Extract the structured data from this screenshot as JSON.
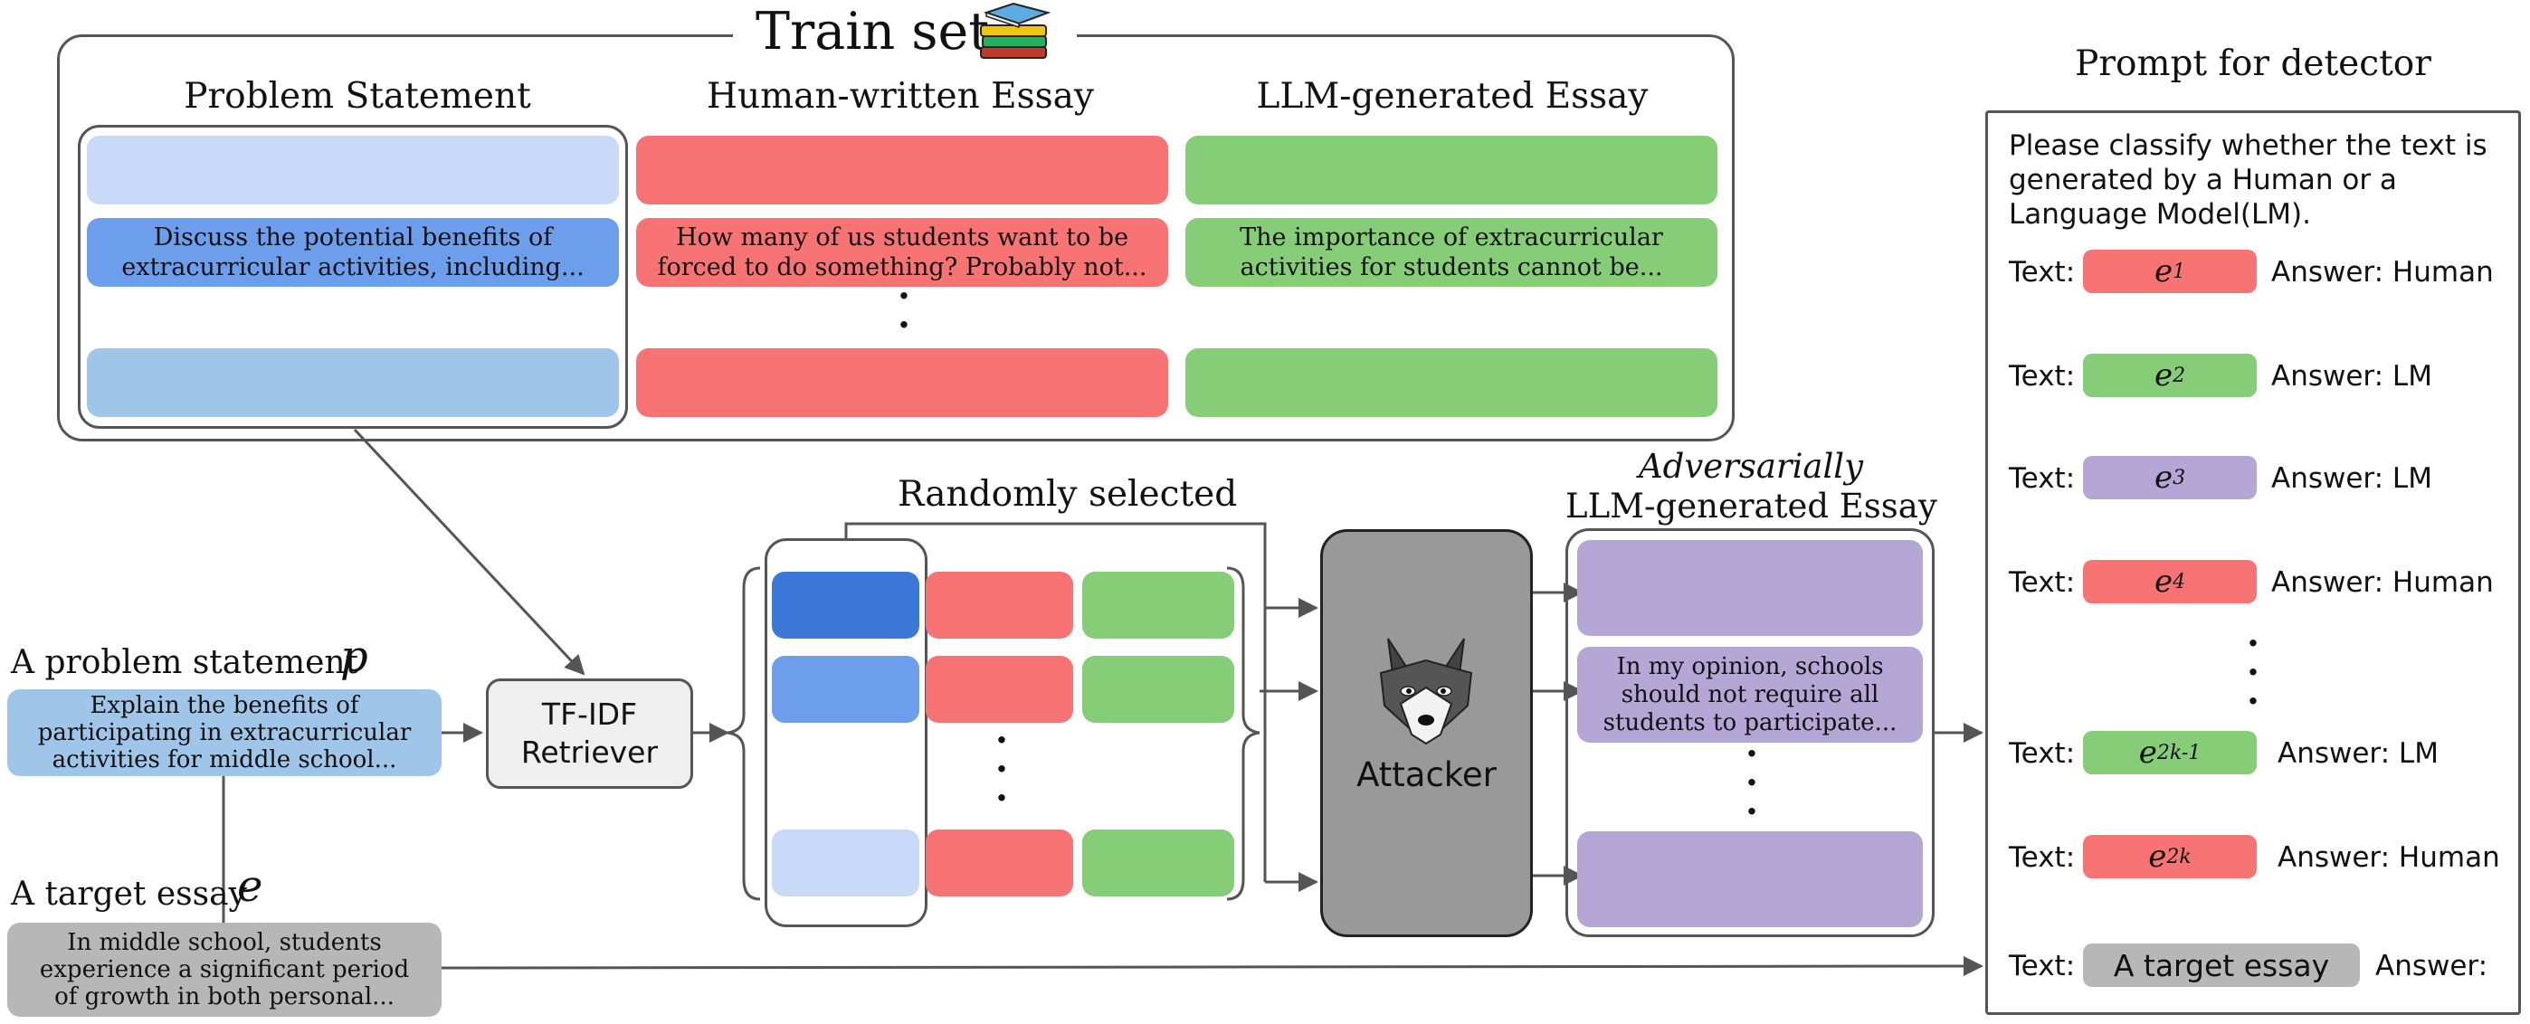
{
  "train_set": {
    "title": "Train set",
    "icon": "book-stack-icon",
    "columns": {
      "problem": "Problem Statement",
      "human": "Human-written Essay",
      "llm": "LLM-generated Essay"
    },
    "problem_example": "Discuss the potential benefits of extracurricular activities, including...",
    "human_example": "How many of us students want to be forced to do something? Probably not...",
    "llm_example": "The importance of extracurricular activities for students cannot be..."
  },
  "inputs": {
    "problem_label": "A problem statement",
    "problem_symbol": "p",
    "problem_text": "Explain the benefits of participating in extracurricular activities for middle school...",
    "essay_label": "A target essay",
    "essay_symbol": "e",
    "essay_text": "In middle school, students experience a significant period of growth in both personal..."
  },
  "retriever": {
    "label": "TF-IDF Retriever"
  },
  "random": {
    "title": "Randomly selected"
  },
  "attacker": {
    "label": "Attacker",
    "icon": "wolf-icon"
  },
  "adversarial": {
    "title_italic": "Adversarially",
    "title": "LLM-generated Essay",
    "example": "In my opinion, schools should not require all students to participate..."
  },
  "prompt": {
    "title": "Prompt for detector",
    "instruction": "Please classify whether the text is generated by a Human or a Language Model(LM).",
    "rows": [
      {
        "text": "Text:",
        "chip": "e",
        "sub": "1",
        "answer": "Answer: Human",
        "color": "#f87474"
      },
      {
        "text": "Text:",
        "chip": "e",
        "sub": "2",
        "answer": "Answer: LM",
        "color": "#86cd78"
      },
      {
        "text": "Text:",
        "chip": "e",
        "sub": "3",
        "answer": "Answer: LM",
        "color": "#b4a7d6"
      },
      {
        "text": "Text:",
        "chip": "e",
        "sub": "4",
        "answer": "Answer: Human",
        "color": "#f87474"
      },
      {
        "text": "Text:",
        "chip": "e",
        "sub": "2k-1",
        "answer": "Answer: LM",
        "color": "#86cd78"
      },
      {
        "text": "Text:",
        "chip": "e",
        "sub": "2k",
        "answer": "Answer: Human",
        "color": "#f87474"
      }
    ],
    "final_text": "Text:",
    "final_chip": "A target essay",
    "final_answer": "Answer:"
  }
}
